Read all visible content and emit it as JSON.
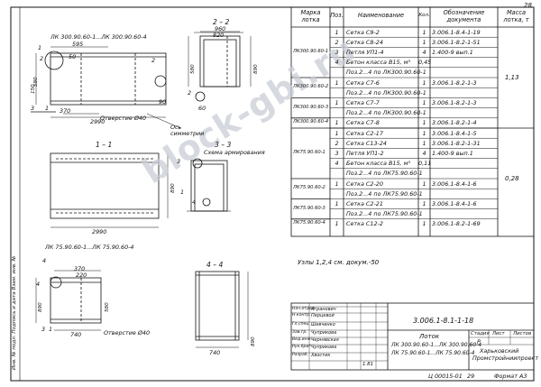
{
  "page_number": "28",
  "views": {
    "main_title": "ЛК 300.90.60-1...ЛК 300.90.60-4",
    "section_22": "2 – 2",
    "section_11": "1 – 1",
    "section_33": "3 – 3",
    "scheme_arm": "Схема армирования",
    "section_44": "4 – 4",
    "small_title": "ЛК 75.90.60-1...ЛК 75.90.60-4",
    "hole_a": "Отверстие Ø40",
    "hole_b": "Отверстие Ø40",
    "axis_label": "Ось",
    "axis_label2": "симметрии",
    "nodes_note": "Узлы 1,2,4 см. докум.-50",
    "dims": {
      "d595": "595",
      "d2990a": "2990",
      "d370a": "370",
      "d150": "150",
      "d580a": "580",
      "d2990b": "2990",
      "d890a": "890",
      "d960": "960",
      "d820": "820",
      "d580b": "580",
      "d890b": "890",
      "d60": "60",
      "d890c": "890",
      "d370b": "370",
      "d220": "220",
      "d740a": "740",
      "d580c": "580",
      "d890d": "890",
      "d740b": "740",
      "d50": "50",
      "d90": "90"
    },
    "marks": {
      "m1a": "1",
      "m2a": "2",
      "m3a": "3",
      "m1b": "1",
      "m2b": "2",
      "m2c": "2",
      "m3b": "3",
      "m1c": "1",
      "m4a": "4",
      "m4b": "4",
      "m3c": "3",
      "m4c": "4",
      "m1d": "1"
    }
  },
  "spec_table": {
    "headers": {
      "mark": "Марка лотка",
      "pos": "Поз.",
      "name": "Наименование",
      "qty": "Кол.",
      "doc": "Обозначение документа",
      "mass": "Масса лотка, т"
    },
    "rows": [
      {
        "pos": "1",
        "name": "Сетка  С9-2",
        "qty": "1",
        "doc": "3.006.1-8.4-1-19"
      },
      {
        "pos": "2",
        "name": "Сетка  С8-24",
        "qty": "1",
        "doc": "3.006.1-8.2-1-51"
      },
      {
        "pos": "3",
        "name": "Петля  УП1-4",
        "qty": "4",
        "doc": "1.400-9 вып.1"
      },
      {
        "pos": "4",
        "name": "Бетон класса В15, м³",
        "qty": "0,45",
        "doc": ""
      },
      {
        "pos": "",
        "name": "Поз.2...4 по ЛК300.90.60-1",
        "qty": "",
        "doc": ""
      },
      {
        "pos": "1",
        "name": "Сетка  С7-6",
        "qty": "1",
        "doc": "3.006.1-8.2-1-3"
      },
      {
        "pos": "",
        "name": "Поз.2...4 по ЛК300.90.60-1",
        "qty": "",
        "doc": ""
      },
      {
        "pos": "1",
        "name": "Сетка  С7-7",
        "qty": "1",
        "doc": "3.006.1-8.2-1-3"
      },
      {
        "pos": "",
        "name": "Поз.2...4 по ЛК300.90.60-1",
        "qty": "",
        "doc": ""
      },
      {
        "pos": "1",
        "name": "Сетка  С7-8",
        "qty": "1",
        "doc": "3.006.1-8.2-1-4"
      },
      {
        "pos": "1",
        "name": "Сетка  С2-17",
        "qty": "1",
        "doc": "3.006.1-8.4-1-5"
      },
      {
        "pos": "2",
        "name": "Сетка  С13-24",
        "qty": "1",
        "doc": "3.006.1-8.2-1-31"
      },
      {
        "pos": "3",
        "name": "Петля  УП1-2",
        "qty": "4",
        "doc": "1.400-9 вып.1"
      },
      {
        "pos": "4",
        "name": "Бетон класса В15, м³",
        "qty": "0,11",
        "doc": ""
      },
      {
        "pos": "",
        "name": "Поз.2...4 по ЛК75.90.60-1",
        "qty": "",
        "doc": ""
      },
      {
        "pos": "1",
        "name": "Сетка  С2-20",
        "qty": "1",
        "doc": "3.006.1-8.4-1-6"
      },
      {
        "pos": "",
        "name": "Поз.2...4 по ЛК75.90.60-1",
        "qty": "",
        "doc": ""
      },
      {
        "pos": "1",
        "name": "Сетка  С2-21",
        "qty": "1",
        "doc": "3.006.1-8.4-1-6"
      },
      {
        "pos": "",
        "name": "Поз.2...4 по ЛК75.90.60-1",
        "qty": "",
        "doc": ""
      },
      {
        "pos": "1",
        "name": "Сетка  С12-2",
        "qty": "1",
        "doc": "3.006.1-8.2-1-69"
      }
    ],
    "groups": [
      {
        "mark": "ЛК300.90.60-1",
        "mass": "1,13"
      },
      {
        "mark": "ЛК300.90.60-2",
        "mass": ""
      },
      {
        "mark": "ЛК300.90.60-3",
        "mass": ""
      },
      {
        "mark": "ЛК300.90.60-4",
        "mass": ""
      },
      {
        "mark": "ЛК75.90.60-1",
        "mass": "0,28"
      },
      {
        "mark": "ЛК75.90.60-2",
        "mass": ""
      },
      {
        "mark": "ЛК75.90.60-3",
        "mass": ""
      },
      {
        "mark": "ЛК75.90.60-4",
        "mass": ""
      }
    ]
  },
  "title_block": {
    "roles": [
      "Нач.отдел",
      "Н.контр.",
      "Гл.спец.",
      "Зав.гр.",
      "Вед.инж.",
      "Рук.бриг.",
      "Разраб."
    ],
    "names": [
      "Агранович",
      "Перцевой",
      "Шевченко",
      "Чуприкова",
      "Чернявская",
      "Чуприкова",
      "Хвостик"
    ],
    "doc_code": "3.006.1-8.1-1-18",
    "stage_hdr": "Стадия",
    "sheet_hdr": "Лист",
    "sheets_hdr": "Листов",
    "stage_val": "Р",
    "item_label": "Лоток",
    "item_line1": "ЛК 300.90.60-1...ЛК 300.90.60-4",
    "item_line2": "ЛК 75.90.60-1...ЛК 75.90.60-4",
    "org_line1": "Харьковский",
    "org_line2": "Промстройниипроект",
    "sign_date": "1.81"
  },
  "footer": {
    "code": "Ц 00015-01",
    "num": "29",
    "format": "Формат А3"
  },
  "side_stamp": "Инв. № подл.  Подпись и дата  Взам. инв. №",
  "watermark": "block-gbi.ru"
}
